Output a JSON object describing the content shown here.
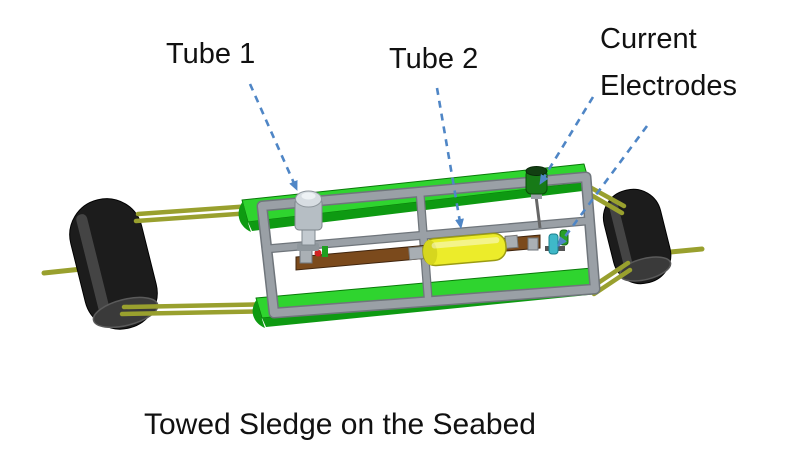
{
  "figure": {
    "labels": {
      "tube1": "Tube 1",
      "tube2": "Tube 2",
      "electrodes_line1": "Current",
      "electrodes_line2": "Electrodes"
    },
    "caption": "Towed Sledge on the Seabed",
    "colors": {
      "arrow": "#4f86c6",
      "panel_green": "#2fd42f",
      "panel_green_dark": "#0e9a12",
      "panel_green_edge": "#0a7a0a",
      "tube2_yellow": "#ecec2a",
      "tube2_edge": "#9b9b12",
      "tube1_gray": "#b6bec4",
      "bar_brown": "#7b4a1c",
      "frame_gray": "#9aa0a6",
      "rail_olive": "#99a02e",
      "roller_dark": "#1c1c1c",
      "knob_green": "#177a17",
      "electrode_cyan": "#3fb8c8",
      "electrode_green": "#28a028"
    }
  }
}
